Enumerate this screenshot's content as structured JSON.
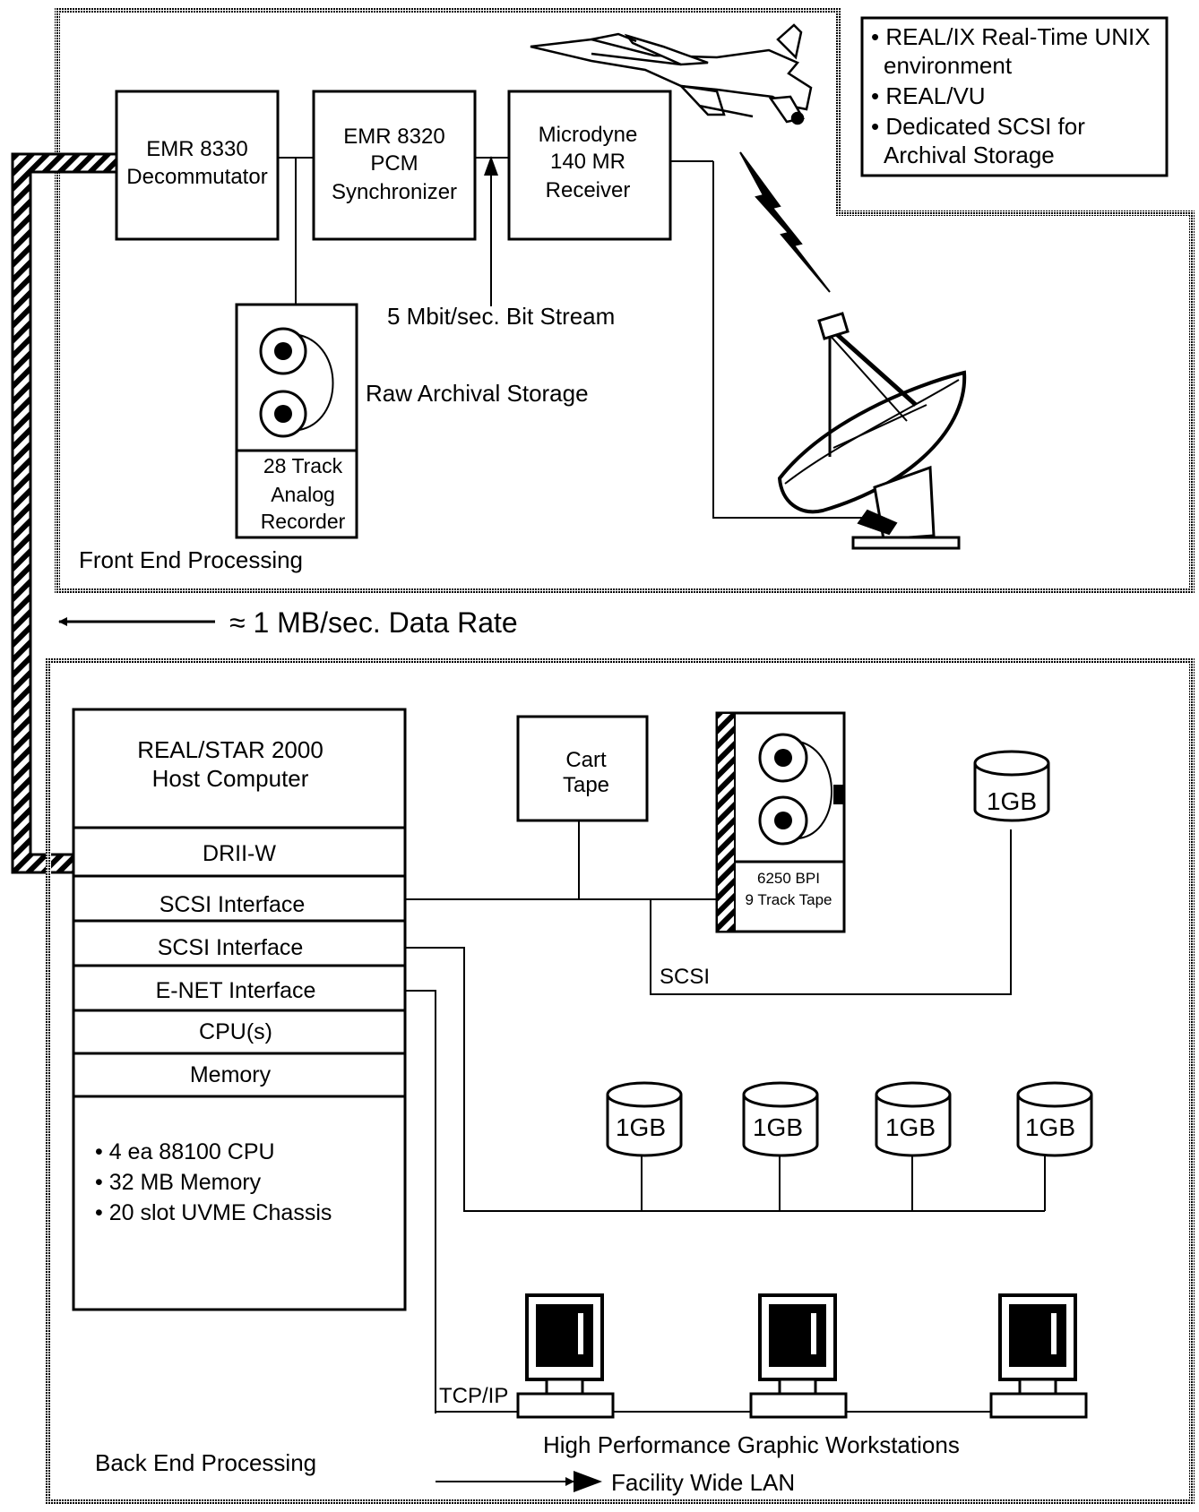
{
  "legend": [
    "• REAL/IX Real-Time UNIX",
    "environment",
    "• REAL/VU",
    "• Dedicated SCSI for",
    "Archival Storage"
  ],
  "decommutator": [
    "EMR 8330",
    "Decommutator"
  ],
  "synchronizer": [
    "EMR 8320",
    "PCM",
    "Synchronizer"
  ],
  "receiver": [
    "Microdyne",
    "140 MR",
    "Receiver"
  ],
  "bit_stream": "5 Mbit/sec. Bit Stream",
  "raw_archival": "Raw Archival Storage",
  "analog_recorder": [
    "28 Track",
    "Analog",
    "Recorder"
  ],
  "front_end": "Front End Processing",
  "data_rate": "≈ 1 MB/sec. Data Rate",
  "host": {
    "title": [
      "REAL/STAR 2000",
      "Host Computer"
    ],
    "slots": [
      "DRII-W",
      "SCSI Interface",
      "SCSI Interface",
      "E-NET Interface",
      "CPU(s)",
      "Memory"
    ],
    "specs": [
      "• 4 ea 88100 CPU",
      "• 32 MB Memory",
      "• 20 slot UVME Chassis"
    ]
  },
  "cart_tape": [
    "Cart",
    "Tape"
  ],
  "tape_drive": [
    "6250 BPI",
    "9 Track Tape"
  ],
  "disk_label": "1GB",
  "scsi_label": "SCSI",
  "tcpip_label": "TCP/IP",
  "workstations_label": "High Performance Graphic Workstations",
  "back_end": "Back End Processing",
  "lan_label": "Facility Wide LAN",
  "colors": {
    "ink": "#000000",
    "paper": "#ffffff"
  }
}
